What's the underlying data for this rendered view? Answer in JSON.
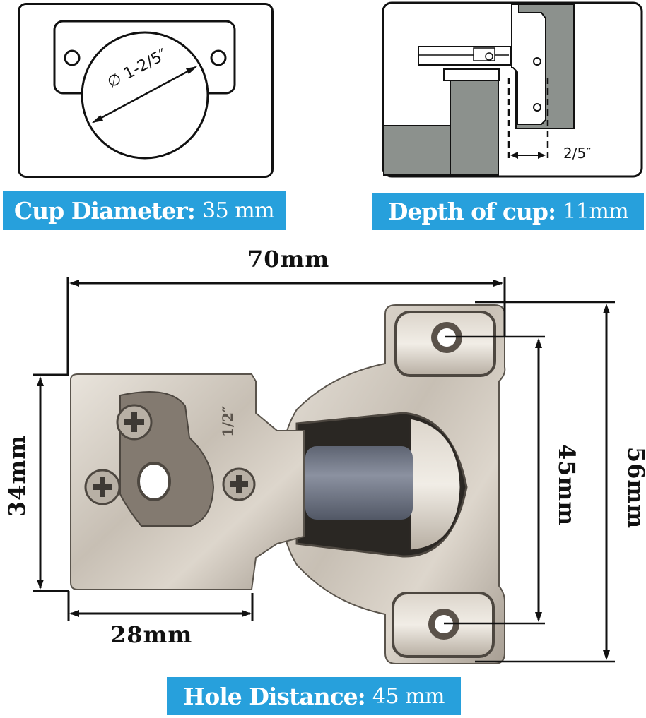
{
  "panels": {
    "cup_diameter": {
      "annotation": "∅ 1-2/5″",
      "banner_label": "Cup Diameter:",
      "banner_value": "35 mm"
    },
    "cup_depth": {
      "annotation": "2/5″",
      "banner_label": "Depth of cup:",
      "banner_value": "11mm"
    }
  },
  "hinge": {
    "stamp": "1/2″",
    "dimensions": {
      "overall_width": "70mm",
      "arm_height": "34mm",
      "arm_width": "28mm",
      "hole_spacing": "45mm",
      "plate_height": "56mm"
    },
    "banner_label": "Hole Distance:",
    "banner_value": "45 mm"
  },
  "colors": {
    "banner_blue": "#27a0dc",
    "metal": "#c9c2b8",
    "damper_gray": "#6e7482",
    "cabinet_gray": "#8c918d"
  }
}
